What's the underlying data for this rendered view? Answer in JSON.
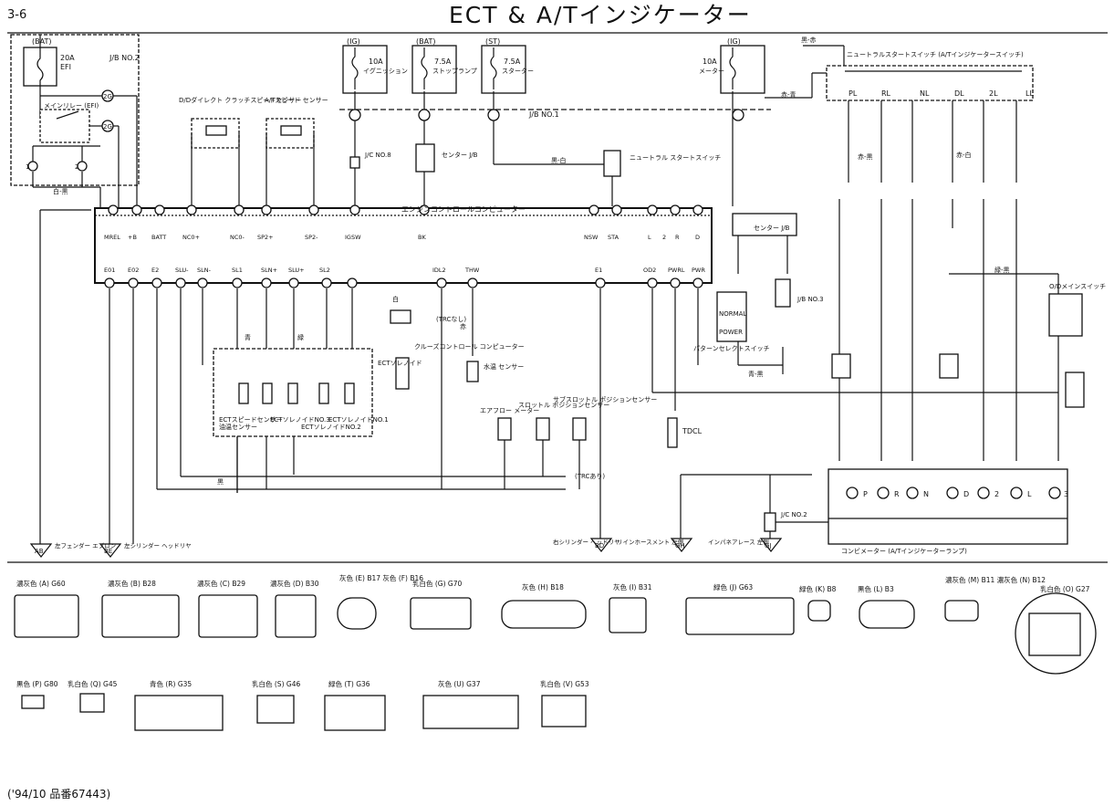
{
  "header": {
    "page_number": "3-6",
    "title": "ECT & A/Tインジケーター"
  },
  "footer": {
    "code": "('94/10 品番67443)"
  },
  "ecu": {
    "label": "エンジンコントロールコンピューター"
  },
  "power_labels": [
    {
      "id": "bat1",
      "text": "(BAT)"
    },
    {
      "id": "ig1",
      "text": "(IG)"
    },
    {
      "id": "bat2",
      "text": "(BAT)"
    },
    {
      "id": "st",
      "text": "(ST)"
    },
    {
      "id": "ig2",
      "text": "(IG)"
    }
  ],
  "fuses": [
    {
      "id": "efi",
      "amp": "20A",
      "name": "EFI"
    },
    {
      "id": "ign",
      "amp": "10A",
      "name": "イグニッション"
    },
    {
      "id": "stop",
      "amp": "7.5A",
      "name": "ストップランプ"
    },
    {
      "id": "starter",
      "amp": "7.5A",
      "name": "スターター"
    },
    {
      "id": "meter",
      "amp": "10A",
      "name": "メーター"
    }
  ],
  "components": {
    "jb2": "J/B NO.2",
    "main_relay": "メインリレー (EFI)",
    "jb1": "J/B NO.1",
    "od_direct_sensor": "D/Dダイレクト クラッチスピードセンサー",
    "at_speed_sensor": "A/Tスピード センサー",
    "jc8": "J/C NO.8",
    "center_jb": "センター J/B",
    "neutral_start_sw_small": "ニュートラル スタートスイッチ",
    "neutral_start_sw": "ニュートラルスタートスイッチ (A/Tインジケータースイッチ)",
    "pattern_select_sw": "パターンセレクトスイッチ",
    "jb3": "J/B NO.3",
    "od_main_sw": "O/Dメインスイッチ",
    "ect_solenoid": "ECTソレノイド",
    "cruise_ecu": "クルーズコントロール コンピューター",
    "water_temp_sensor": "水温 センサー",
    "airflow_meter": "エアフロー メーター",
    "throttle_sensor": "スロットル ポジションセンサー",
    "sub_throttle_sensor": "サブスロットル ポジションセンサー",
    "combination_meter": "コンビメーター (A/Tインジケーターランプ)",
    "jc2": "J/C NO.2",
    "tdcl": "TDCL",
    "trc1": "(TRCなし)",
    "trc2": "(TRCあり)",
    "sensors_inside": [
      "油温センサー",
      "ECTスピードセンサー",
      "ECTソレノイドNO.3",
      "ECTソレノイドNO.2",
      "ECTソレノイドNO.1"
    ],
    "normal": "NORMAL",
    "power": "POWER"
  },
  "ecu_pins": [
    "MREL",
    "+B",
    "BATT",
    "NC0+",
    "NC0-",
    "SP2+",
    "SP2-",
    "IGSW",
    "BK",
    "NSW",
    "STA",
    "L",
    "2",
    "R",
    "D",
    "E01",
    "E02",
    "E2",
    "SLU-",
    "SLN-",
    "SL1",
    "SLN+",
    "SL2",
    "SLU+",
    "IDL2",
    "THW",
    "E1",
    "PWRL",
    "PWR",
    "OD2"
  ],
  "grounds": [
    {
      "id": "AB",
      "label": "左フェンダー エプロン"
    },
    {
      "id": "BE",
      "label": "左シリンダー ヘッドリヤ"
    },
    {
      "id": "BD",
      "label": "右シリンダー ヘッドリヤ"
    },
    {
      "id": "GH",
      "label": "リインホースメント 左側"
    },
    {
      "id": "GJ",
      "label": "インパネアレース 左側"
    }
  ],
  "indicator_lamps": [
    "P",
    "R",
    "N",
    "D",
    "2",
    "L",
    "3"
  ],
  "switch_positions": [
    "PL",
    "RL",
    "NL",
    "DL",
    "2L",
    "LL"
  ],
  "wire_colors": [
    "白-黒",
    "黒-赤",
    "黒-白",
    "赤-黒",
    "緑-黒",
    "青-黒",
    "赤-青",
    "赤-白",
    "黒",
    "白",
    "赤",
    "青",
    "緑"
  ],
  "connectors": [
    {
      "id": "A",
      "label": "濃灰色 (A) G60"
    },
    {
      "id": "B",
      "label": "濃灰色 (B) B28"
    },
    {
      "id": "C",
      "label": "濃灰色 (C) B29"
    },
    {
      "id": "D",
      "label": "濃灰色 (D) B30"
    },
    {
      "id": "EF",
      "label": "灰色 (E) B17 灰色 (F) B16"
    },
    {
      "id": "G",
      "label": "乳白色 (G) G70"
    },
    {
      "id": "H",
      "label": "灰色 (H) B18"
    },
    {
      "id": "I",
      "label": "灰色 (I) B31"
    },
    {
      "id": "J",
      "label": "緑色 (J) G63"
    },
    {
      "id": "K",
      "label": "緑色 (K) B8"
    },
    {
      "id": "L",
      "label": "黒色 (L) B3"
    },
    {
      "id": "MN",
      "label": "濃灰色 (M) B11 濃灰色 (N) B12"
    },
    {
      "id": "O",
      "label": "乳白色 (O) G27"
    },
    {
      "id": "P",
      "label": "黒色 (P) G80"
    },
    {
      "id": "Q",
      "label": "乳白色 (Q) G45"
    },
    {
      "id": "R",
      "label": "青色 (R) G35"
    },
    {
      "id": "S",
      "label": "乳白色 (S) G46"
    },
    {
      "id": "T",
      "label": "緑色 (T) G36"
    },
    {
      "id": "U",
      "label": "灰色 (U) G37"
    },
    {
      "id": "V",
      "label": "乳白色 (V) G53"
    }
  ]
}
